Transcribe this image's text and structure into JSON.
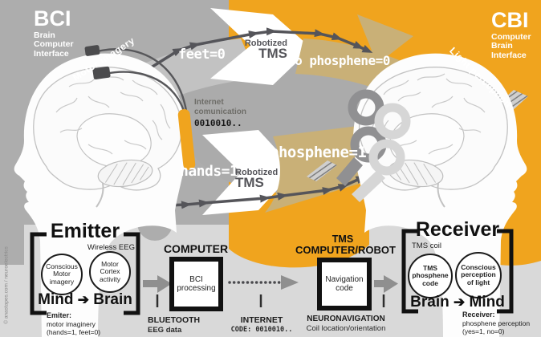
{
  "credit": "© anastapes.com / neuroelectrics",
  "header": {
    "bci_acronym": "BCI",
    "bci_l1": "Brain",
    "bci_l2": "Computer",
    "bci_l3": "Interface",
    "cbi_acronym": "CBI",
    "cbi_l1": "Computer",
    "cbi_l2": "Brain",
    "cbi_l3": "Interface"
  },
  "heads": {
    "motor_label": "Motor imagery",
    "light_label": "Light perception"
  },
  "flows": {
    "upper": {
      "signal": "feet=0",
      "tms_l1": "Robotized",
      "tms_l2": "TMS",
      "result": "no phosphene=0"
    },
    "lower": {
      "signal": "hands=1",
      "tms_l1": "Robotized",
      "tms_l2": "TMS",
      "result": "phosphene=1"
    },
    "internet": {
      "l1": "Internet",
      "l2": "comunication",
      "code": "0010010.."
    }
  },
  "emitter": {
    "title": "Emitter",
    "subtitle": "Wireless EEG",
    "c1_l1": "Conscious",
    "c1_l2": "Motor",
    "c1_l3": "imagery",
    "c2_l1": "Motor",
    "c2_l2": "Cortex",
    "c2_l3": "activity",
    "flow_from": "Mind",
    "flow_arrow": "➔",
    "flow_to": "Brain",
    "cap_title": "Emiter:",
    "cap_l1": "motor imaginery",
    "cap_l2": "(hands=1, feet=0)"
  },
  "computer": {
    "title": "COMPUTER",
    "box_l1": "BCI",
    "box_l2": "processing",
    "label_title": "BLUETOOTH",
    "label_sub": "EEG data"
  },
  "internet_node": {
    "title": "INTERNET",
    "sub": "CODE: 0010010.."
  },
  "tms_node": {
    "title_l1": "TMS",
    "title_l2": "COMPUTER/ROBOT",
    "box_l1": "Navigation",
    "box_l2": "code",
    "label_title": "NEURONAVIGATION",
    "label_sub": "Coil location/orientation"
  },
  "receiver": {
    "title": "Receiver",
    "subtitle": "TMS coil",
    "c1_l1": "TMS",
    "c1_l2": "phosphene",
    "c1_l3": "code",
    "c2_l1": "Conscious",
    "c2_l2": "perception",
    "c2_l3": "of light",
    "flow_from": "Brain",
    "flow_arrow": "➔",
    "flow_to": "Mind",
    "cap_title": "Receiver:",
    "cap_l1": "phosphene perception",
    "cap_l2": "(yes=1, no=0)"
  }
}
